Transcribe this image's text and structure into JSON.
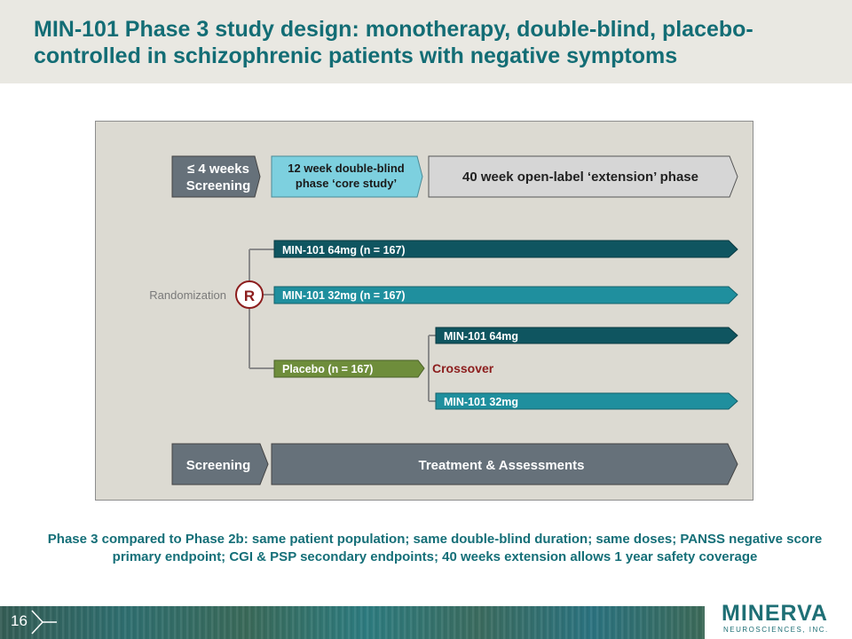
{
  "header": {
    "title": "MIN-101 Phase 3 study design: monotherapy, double-blind, placebo-controlled in schizophrenic patients with negative symptoms"
  },
  "diagram": {
    "phases": {
      "screening": "≤ 4 weeks Screening",
      "core_line1": "12 week double-blind",
      "core_line2": "phase ‘core study’",
      "extension": "40 week open-label ‘extension’ phase"
    },
    "randomization_label": "Randomization",
    "randomization_node": "R",
    "arms": {
      "high_dose": "MIN-101 64mg (n = 167)",
      "low_dose": "MIN-101 32mg (n = 167)",
      "placebo": "Placebo (n = 167)"
    },
    "crossover": {
      "label": "Crossover",
      "high_dose": "MIN-101 64mg",
      "low_dose": "MIN-101 32mg"
    },
    "timeline": {
      "screening": "Screening",
      "treatment": "Treatment & Assessments"
    }
  },
  "caption": "Phase 3 compared to Phase 2b: same patient population; same double-blind duration; same doses; PANSS negative score primary endpoint; CGI & PSP secondary endpoints; 40 weeks extension allows 1 year safety coverage",
  "footer": {
    "page_number": "16",
    "logo_name": "MINERVA",
    "logo_subtitle": "NEUROSCIENCES, INC."
  },
  "colors": {
    "title": "#136d75",
    "dark_teal_arm": "#0f5560",
    "light_teal_arm": "#1f8f9e",
    "placebo": "#6e8d3b",
    "crossover": "#8c1d1d",
    "gray_phase": "#66717a",
    "core_phase": "#7dd0df"
  }
}
